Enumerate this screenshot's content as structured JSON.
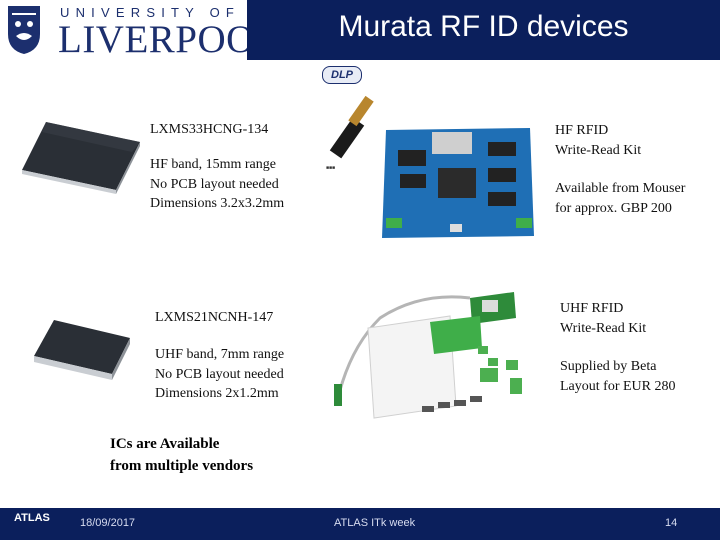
{
  "header": {
    "title": "Murata RF ID devices",
    "logo_line1": "UNIVERSITY OF",
    "logo_line2": "LIVERPOOL"
  },
  "device1": {
    "name": "LXMS33HCNG-134",
    "desc": [
      "HF band, 15mm range",
      "No PCB layout needed",
      "Dimensions 3.2x3.2mm"
    ]
  },
  "kit1": {
    "brand_logo": "DLP",
    "title": [
      "HF RFID",
      "Write-Read Kit"
    ],
    "note": [
      "Available from Mouser",
      "for approx. GBP 200"
    ]
  },
  "device2": {
    "name": "LXMS21NCNH-147",
    "desc": [
      "UHF band, 7mm range",
      "No PCB layout needed",
      "Dimensions 2x1.2mm"
    ]
  },
  "kit2": {
    "title": [
      "UHF RFID",
      "Write-Read Kit"
    ],
    "note": [
      "Supplied by Beta",
      "Layout for EUR 280"
    ]
  },
  "callout": [
    "ICs are Available",
    "from multiple vendors"
  ],
  "footer": {
    "logo": "ATLAS",
    "date": "18/09/2017",
    "event": "ATLAS ITk week",
    "page": "14"
  },
  "colors": {
    "navy": "#0b1f5c",
    "pcb_blue": "#1f6fb5",
    "pcb_green": "#2e8b3a"
  }
}
